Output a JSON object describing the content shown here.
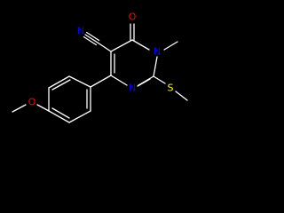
{
  "molecule": {
    "atoms": {
      "nitrile_n": {
        "symbol": "N",
        "color": "#0000ff"
      },
      "carbonyl_o": {
        "symbol": "O",
        "color": "#ff0000"
      },
      "ring_n3": {
        "symbol": "N",
        "color": "#0000ff"
      },
      "ring_n1": {
        "symbol": "N",
        "color": "#0000ff"
      },
      "thioether_s": {
        "symbol": "S",
        "color": "#ffff00"
      },
      "methoxy_o": {
        "symbol": "O",
        "color": "#ff0000"
      }
    },
    "bond_color": "#ffffff",
    "background": "#000000"
  }
}
